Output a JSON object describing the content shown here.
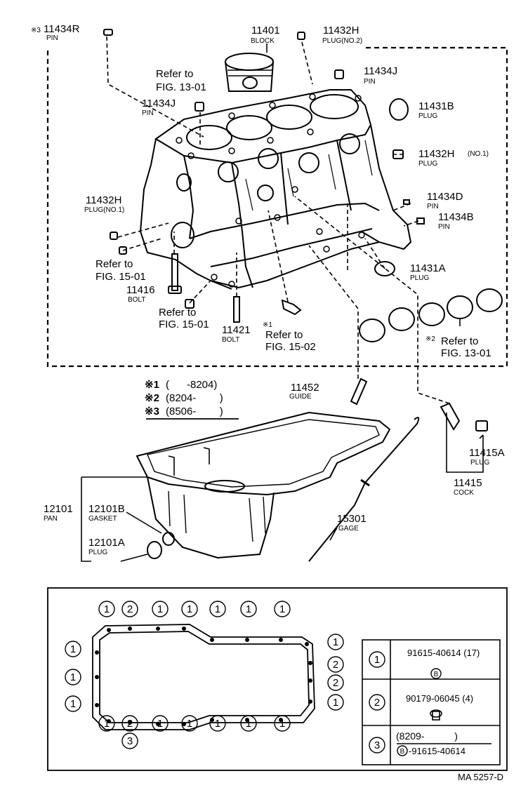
{
  "parts": {
    "p11434R": {
      "mark": "※3",
      "num": "11434R",
      "name": "PIN"
    },
    "p11401": {
      "num": "11401",
      "name": "BLOCK"
    },
    "p11432H_top": {
      "num": "11432H",
      "name": "PLUG(NO.2)"
    },
    "p11434J_a": {
      "num": "11434J",
      "name": "PIN"
    },
    "ref_13_01_a": {
      "line1": "Refer to",
      "line2": "FIG. 13-01"
    },
    "p11434J_b": {
      "num": "11434J",
      "name": "PIN"
    },
    "p11431B": {
      "num": "11431B",
      "name": "PLUG"
    },
    "p11432H_no1_r": {
      "num": "11432H",
      "suffix": "(NO.1)",
      "name": "PLUG"
    },
    "p11434D": {
      "num": "11434D",
      "name": "PIN"
    },
    "p11434B": {
      "num": "11434B",
      "name": "PIN"
    },
    "p11432H_no1_l": {
      "num": "11432H",
      "name": "PLUG(NO.1)"
    },
    "ref_15_01_a": {
      "line1": "Refer to",
      "line2": "FIG. 15-01"
    },
    "p11416": {
      "num": "11416",
      "name": "BOLT"
    },
    "ref_15_01_b": {
      "line1": "Refer to",
      "line2": "FIG. 15-01"
    },
    "p11421": {
      "num": "11421",
      "name": "BOLT"
    },
    "ref_15_02": {
      "mark": "※1",
      "line1": "Refer to",
      "line2": "FIG. 15-02"
    },
    "p11431A": {
      "num": "11431A",
      "name": "PLUG"
    },
    "ref_13_01_b": {
      "mark": "※2",
      "line1": "Refer to",
      "line2": "FIG. 13-01"
    },
    "p11452": {
      "num": "11452",
      "name": "GUIDE"
    },
    "p11415A": {
      "num": "11415A",
      "name": "PLUG"
    },
    "p11415": {
      "num": "11415",
      "name": "COCK"
    },
    "p12101": {
      "num": "12101",
      "name": "PAN"
    },
    "p12101B": {
      "num": "12101B",
      "name": "GASKET"
    },
    "p12101A": {
      "num": "12101A",
      "name": "PLUG"
    },
    "p15301": {
      "num": "15301",
      "name": "GAGE"
    }
  },
  "legend": {
    "r1": {
      "mark": "※1",
      "range": "(      -8204)"
    },
    "r2": {
      "mark": "※2",
      "range": "(8204-        )"
    },
    "r3": {
      "mark": "※3",
      "range": "(8506-        )"
    }
  },
  "bolt_key": {
    "b1": {
      "circle": "1",
      "part": "91615-40614 (17)",
      "badge": "B"
    },
    "b2": {
      "circle": "2",
      "part": "90179-06045 (4)"
    },
    "b3": {
      "circle": "3",
      "range": "(8209-           )",
      "badge": "B",
      "part": "-91615-40614"
    }
  },
  "pattern": {
    "top": [
      "1",
      "2",
      "1",
      "1",
      "1",
      "1",
      "1"
    ],
    "left": [
      "1",
      "1",
      "1"
    ],
    "right": [
      "1",
      "2",
      "2",
      "1"
    ],
    "bottom": [
      "1",
      "2",
      "1",
      "1",
      "1",
      "1",
      "1"
    ],
    "bottom_extra": "3"
  },
  "footer": {
    "code": "MA 5257-D"
  }
}
